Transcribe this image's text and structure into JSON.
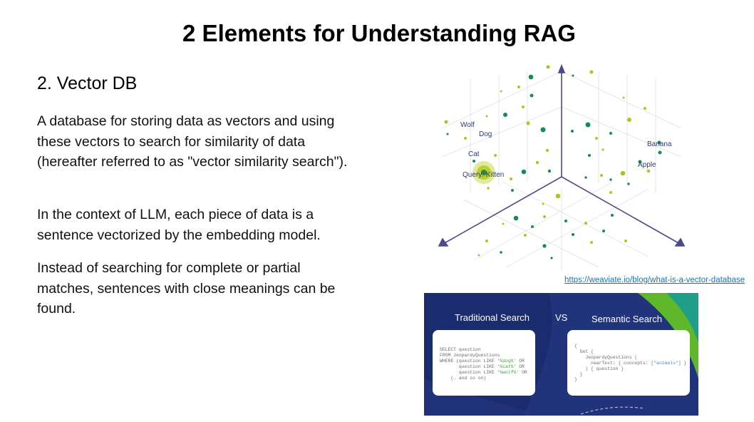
{
  "slide": {
    "title": "2 Elements for Understanding RAG",
    "subtitle": "2. Vector DB",
    "paragraphs": [
      "A database for storing data as vectors and using these vectors to search for similarity of data (hereafter referred to as \"vector similarity search\").",
      "In the context of LLM, each piece of data is a sentence vectorized by the embedding model.",
      "Instead of searching for complete or partial matches, sentences with close meanings can be found."
    ]
  },
  "vector_figure": {
    "labels": {
      "wolf": "Wolf",
      "dog": "Dog",
      "cat": "Cat",
      "query": "Query: Kitten",
      "banana": "Banana",
      "apple": "Apple"
    },
    "colors": {
      "axis": "#4a4a8a",
      "dot_green": "#1a8a55",
      "dot_lime": "#a8c820",
      "query_glow": "#c6d93a"
    }
  },
  "source_link": "https://weaviate.io/blog/what-is-a-vector-database",
  "search_card": {
    "traditional_label": "Traditional Search",
    "vs_label": "VS",
    "semantic_label": "Semantic Search",
    "colors": {
      "background": "#1a2c6e",
      "accent_green": "#5fb82a",
      "accent_teal": "#1f9e8a"
    }
  }
}
